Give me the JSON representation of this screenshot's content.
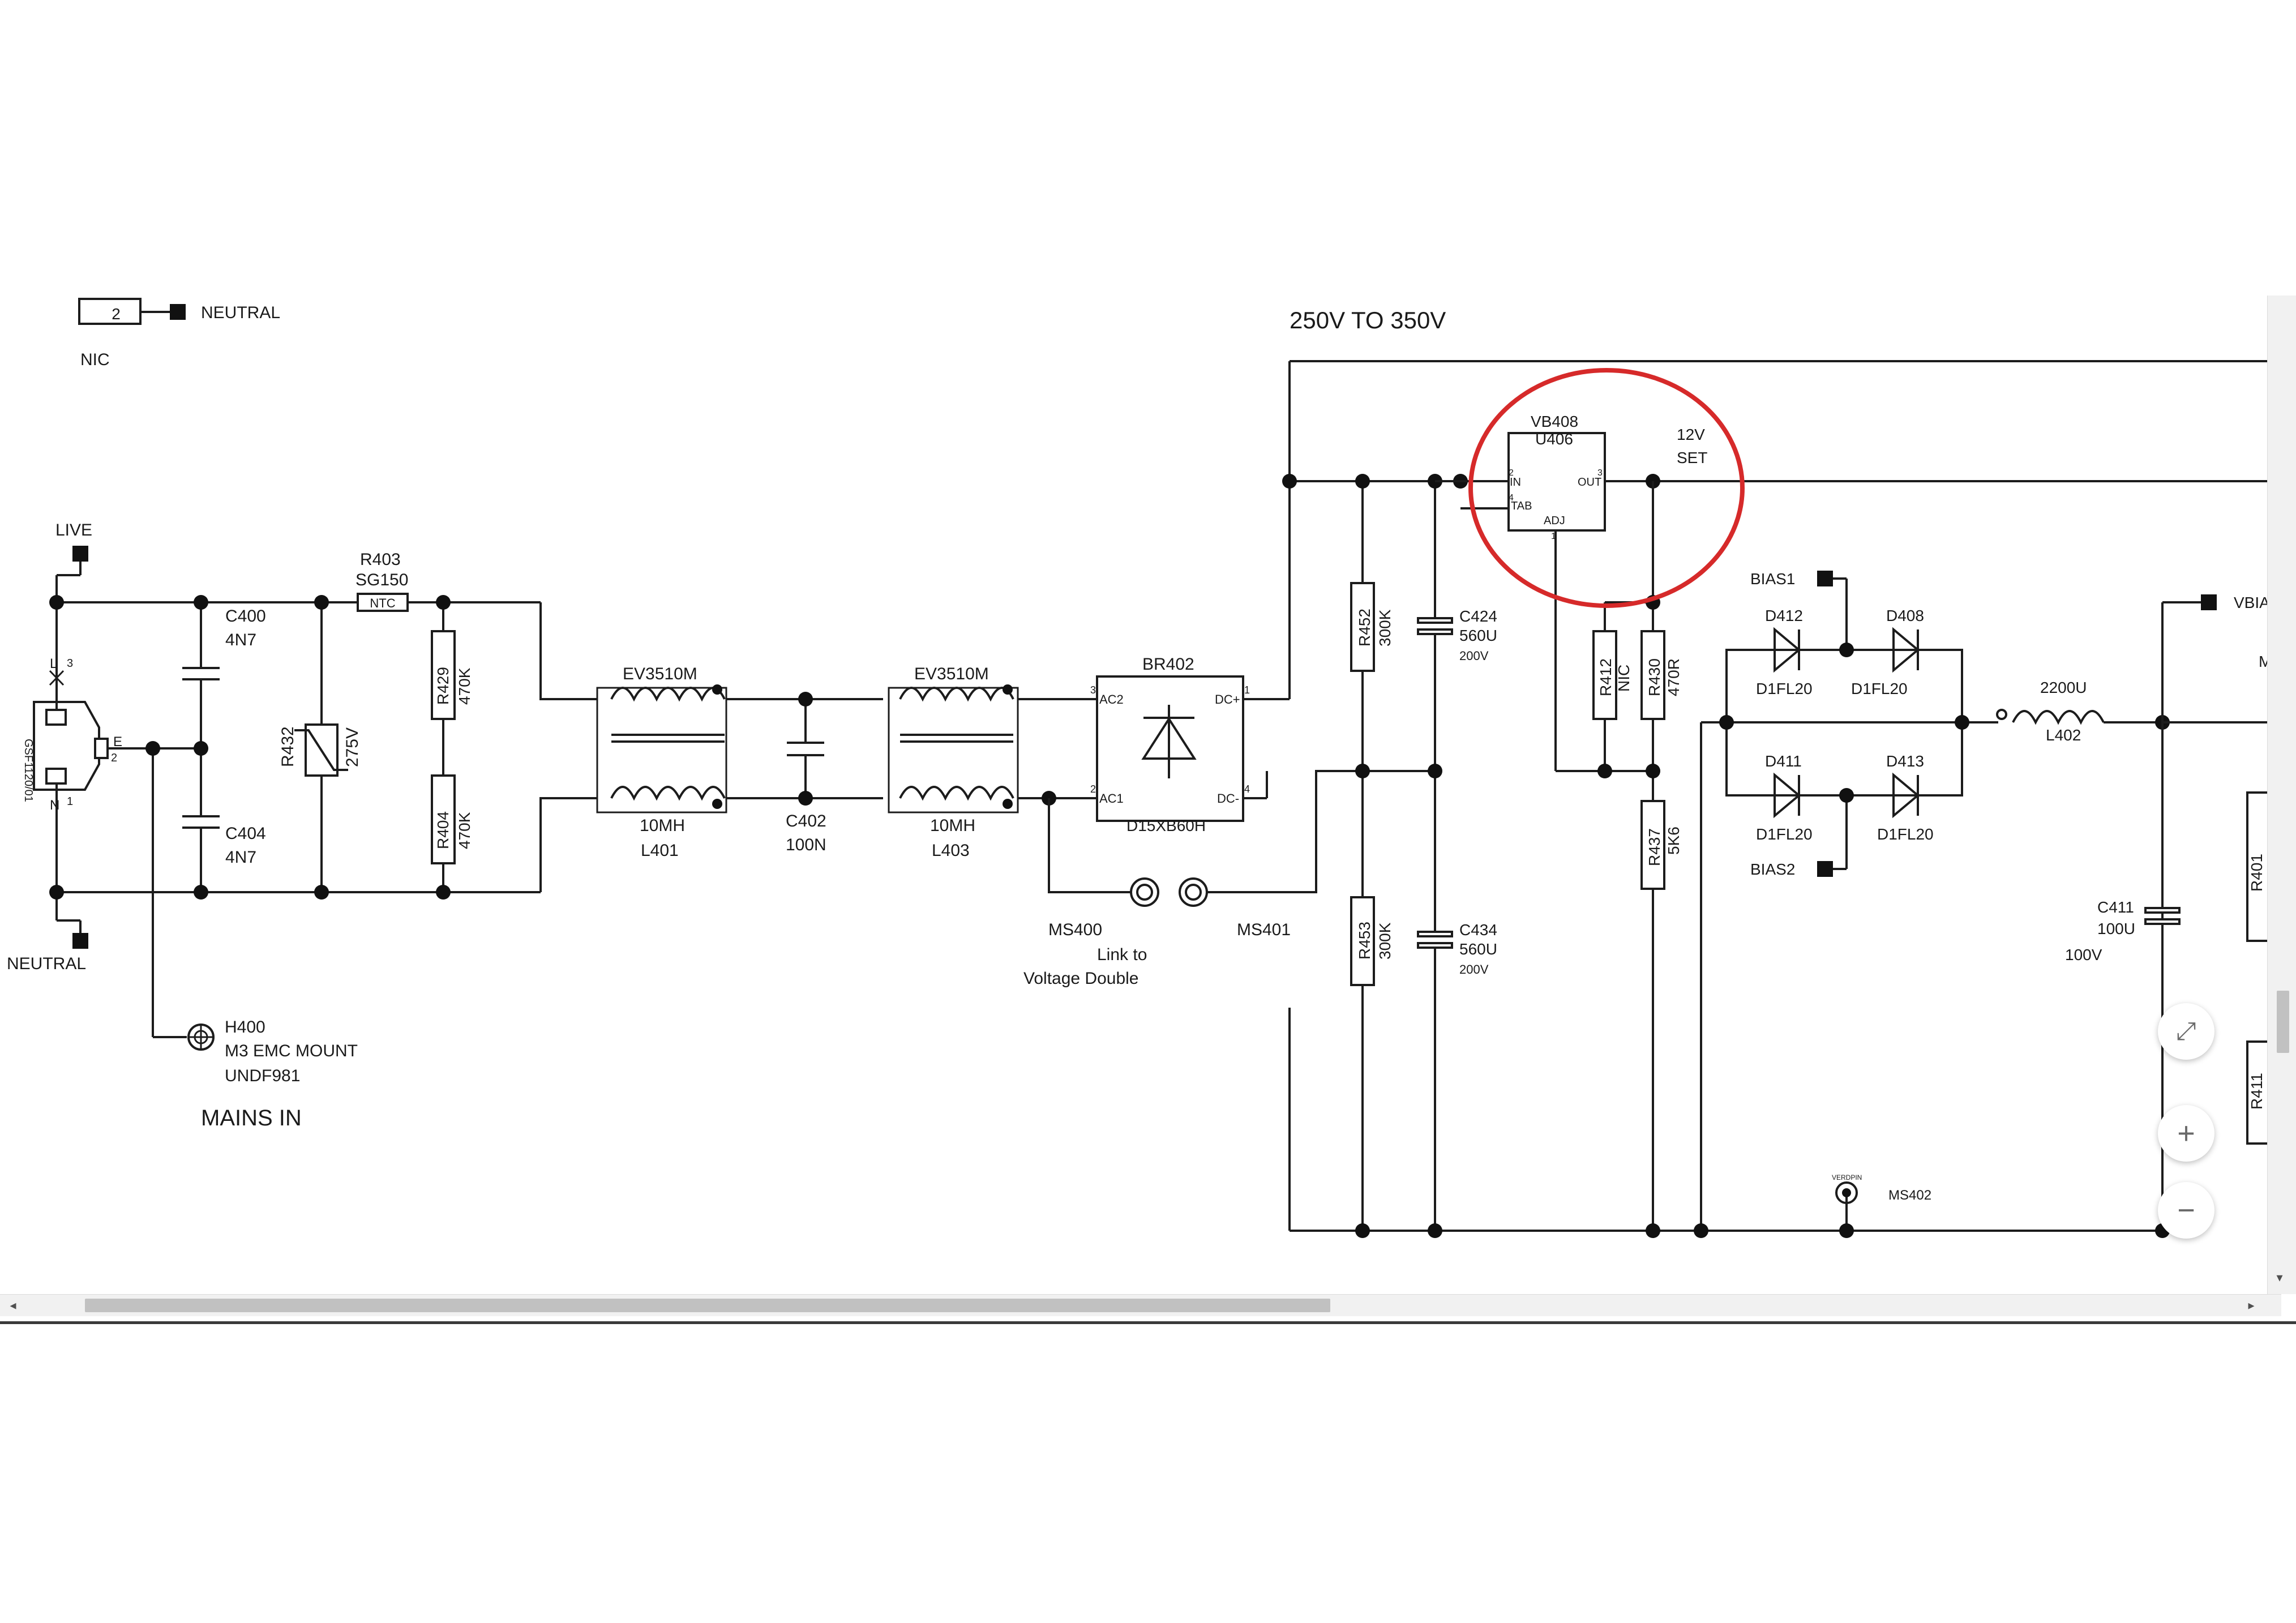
{
  "viewer": {
    "zoom_controls": {
      "fit": "⤢",
      "zoom_in": "+",
      "zoom_out": "−"
    },
    "scroll": {
      "left_arrow": "◂",
      "right_arrow": "▸",
      "down_arrow": "▾"
    }
  },
  "schematic": {
    "section_label": "MAINS IN",
    "voltage_label": "250V TO 350V",
    "top_left": {
      "connector_num": "2",
      "neutral": "NEUTRAL",
      "nic": "NIC"
    },
    "live": "LIVE",
    "neutral_bottom": "NEUTRAL",
    "socket": {
      "ref": "GSF1120/01",
      "pin_l": "L",
      "pin_n": "N",
      "pin_e": "E",
      "pin_3": "3",
      "pin_1": "1",
      "pin_2": "2"
    },
    "c400": {
      "ref": "C400",
      "val": "4N7"
    },
    "c404": {
      "ref": "C404",
      "val": "4N7"
    },
    "r403": {
      "ref": "R403",
      "part": "SG150",
      "body": "NTC"
    },
    "r432": {
      "ref": "R432",
      "val": "275V"
    },
    "r429": {
      "ref": "R429",
      "val": "470K"
    },
    "r404": {
      "ref": "R404",
      "val": "470K"
    },
    "l401": {
      "part": "EV3510M",
      "val": "10MH",
      "ref": "L401"
    },
    "c402": {
      "ref": "C402",
      "val": "100N"
    },
    "l403": {
      "part": "EV3510M",
      "val": "10MH",
      "ref": "L403"
    },
    "br402": {
      "ref": "BR402",
      "part": "D15XB60H",
      "ac2": "AC2",
      "ac1": "AC1",
      "dcp": "DC+",
      "dcm": "DC-",
      "p1": "1",
      "p2": "2",
      "p3": "3",
      "p4": "4"
    },
    "ms400": "MS400",
    "ms401": "MS401",
    "link_note_1": "Link to",
    "link_note_2": "Voltage Double",
    "h400": {
      "ref": "H400",
      "line2": "M3 EMC MOUNT",
      "line3": "UNDF981"
    },
    "r452": {
      "ref": "R452",
      "val": "300K"
    },
    "r453": {
      "ref": "R453",
      "val": "300K"
    },
    "c424": {
      "ref": "C424",
      "val": "560U",
      "volt": "200V"
    },
    "c434": {
      "ref": "C434",
      "val": "560U",
      "volt": "200V"
    },
    "u406": {
      "ref1": "VB408",
      "ref2": "U406",
      "in": "IN",
      "out": "OUT",
      "tab": "TAB",
      "adj": "ADJ",
      "p1": "1",
      "p2": "2",
      "p3": "3",
      "p4": "4"
    },
    "set_12v": {
      "line1": "12V",
      "line2": "SET"
    },
    "r412": {
      "ref": "R412",
      "val": "NIC"
    },
    "r430": {
      "ref": "R430",
      "val": "470R"
    },
    "r437": {
      "ref": "R437",
      "val": "5K6"
    },
    "bias1": "BIAS1",
    "bias2": "BIAS2",
    "d412": {
      "ref": "D412",
      "part": "D1FL20"
    },
    "d408": {
      "ref": "D408",
      "part": "D1FL20"
    },
    "d411": {
      "ref": "D411",
      "part": "D1FL20"
    },
    "d413": {
      "ref": "D413",
      "part": "D1FL20"
    },
    "l402": {
      "val": "2200U",
      "ref": "L402"
    },
    "c411": {
      "ref": "C411",
      "val": "100U",
      "volt": "100V"
    },
    "vbias": "VBIA",
    "r401": "R401",
    "r411": "R411",
    "ms402": "MS402",
    "ms402_small": "VERDPIN",
    "cut_letter": "M"
  },
  "highlight_color": "#d62a2a"
}
